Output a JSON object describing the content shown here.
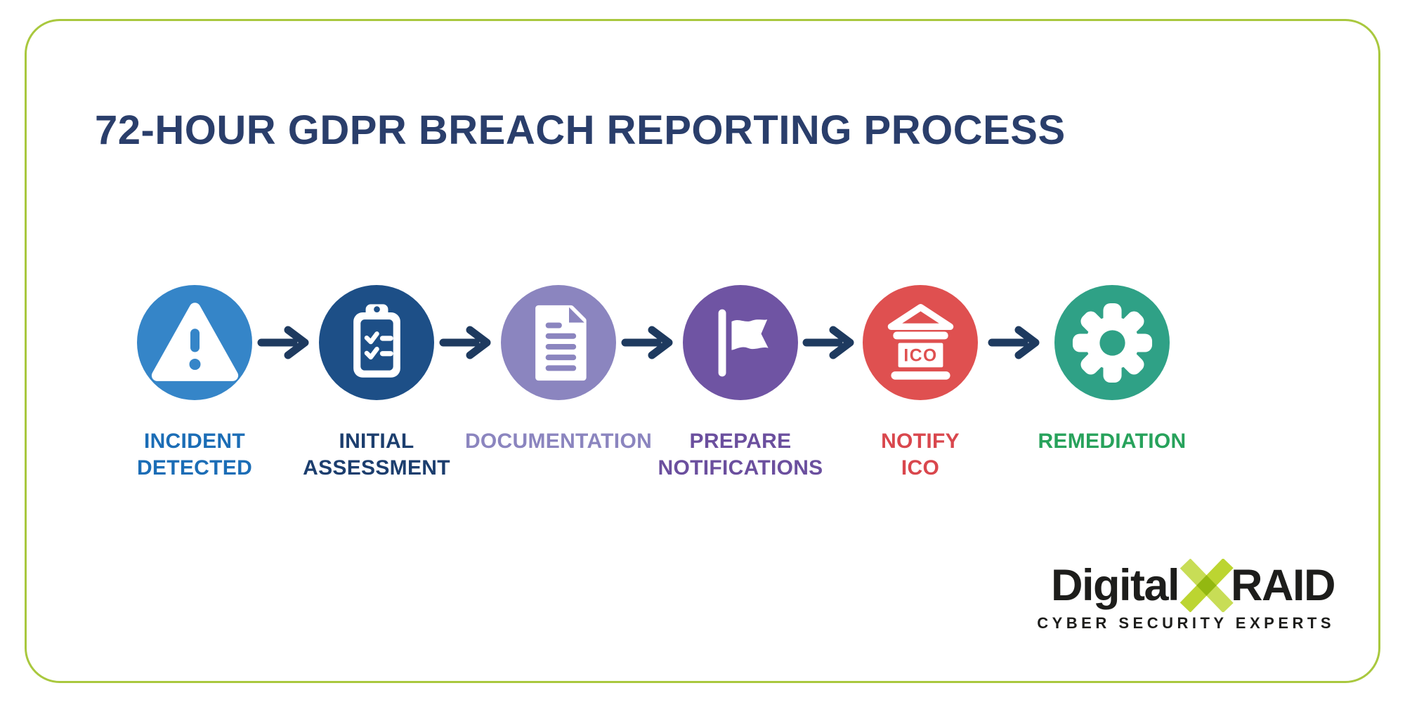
{
  "title": "72-HOUR GDPR BREACH REPORTING PROCESS",
  "colors": {
    "card_border": "#a9c83e",
    "title": "#2a3e6b",
    "arrow": "#1e3a5f",
    "logo_text": "#1d1d1b",
    "logo_x": "#bcd531"
  },
  "steps": [
    {
      "name": "incident-detected",
      "icon": "warning-triangle-icon",
      "label_lines": [
        "INCIDENT",
        "DETECTED"
      ],
      "circle_color": "#3585c8",
      "label_color": "#1b6db6"
    },
    {
      "name": "initial-assessment",
      "icon": "clipboard-checklist-icon",
      "label_lines": [
        "INITIAL",
        "ASSESSMENT"
      ],
      "circle_color": "#1d4f87",
      "label_color": "#1c3e6e"
    },
    {
      "name": "documentation",
      "icon": "document-icon",
      "label_lines": [
        "DOCUMENTATION"
      ],
      "circle_color": "#8b85bf",
      "label_color": "#8b85bf"
    },
    {
      "name": "prepare-notifications",
      "icon": "flag-icon",
      "label_lines": [
        "PREPARE",
        "NOTIFICATIONS"
      ],
      "circle_color": "#6f54a3",
      "label_color": "#6b4f9e"
    },
    {
      "name": "notify-ico",
      "icon": "bank-icon",
      "icon_text": "ICO",
      "label_lines": [
        "NOTIFY",
        "ICO"
      ],
      "circle_color": "#df5050",
      "label_color": "#d9474d"
    },
    {
      "name": "remediation",
      "icon": "gear-icon",
      "label_lines": [
        "REMEDIATION"
      ],
      "circle_color": "#2fa186",
      "label_color": "#27a25b"
    }
  ],
  "logo": {
    "word_left": "Digital",
    "word_right": "RAID",
    "tagline": "CYBER SECURITY EXPERTS"
  }
}
